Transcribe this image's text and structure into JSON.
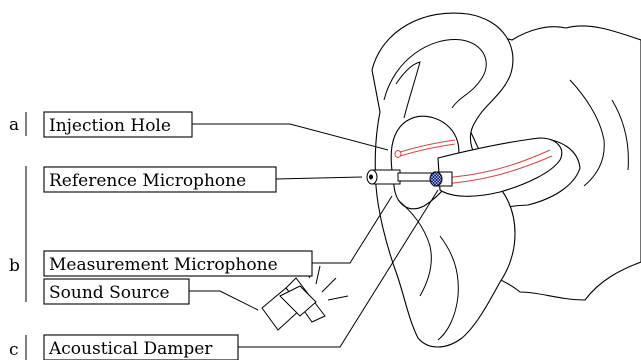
{
  "groups": [
    {
      "letter": "a"
    },
    {
      "letter": "b"
    },
    {
      "letter": "c"
    }
  ],
  "labels": [
    {
      "text": "Injection Hole"
    },
    {
      "text": "Reference Microphone"
    },
    {
      "text": "Measurement Microphone"
    },
    {
      "text": "Sound Source"
    },
    {
      "text": "Acoustical Damper"
    }
  ],
  "colors": {
    "tube": "#d84545",
    "microphone_fill": "#1a2a8a"
  }
}
